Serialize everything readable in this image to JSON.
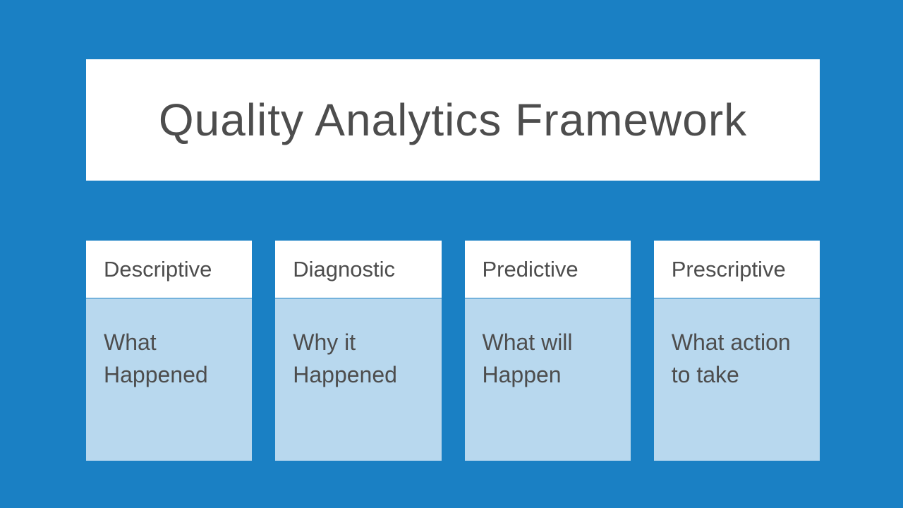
{
  "slide": {
    "title": "Quality Analytics Framework",
    "colors": {
      "background": "#1A80C4",
      "card_body": "#B8D8EE",
      "text": "#4D4D4D"
    },
    "cards": [
      {
        "heading": "Descriptive",
        "body": "What Happened"
      },
      {
        "heading": "Diagnostic",
        "body": "Why it Happened"
      },
      {
        "heading": "Predictive",
        "body": "What will Happen"
      },
      {
        "heading": "Prescriptive",
        "body": "What action to take"
      }
    ]
  }
}
